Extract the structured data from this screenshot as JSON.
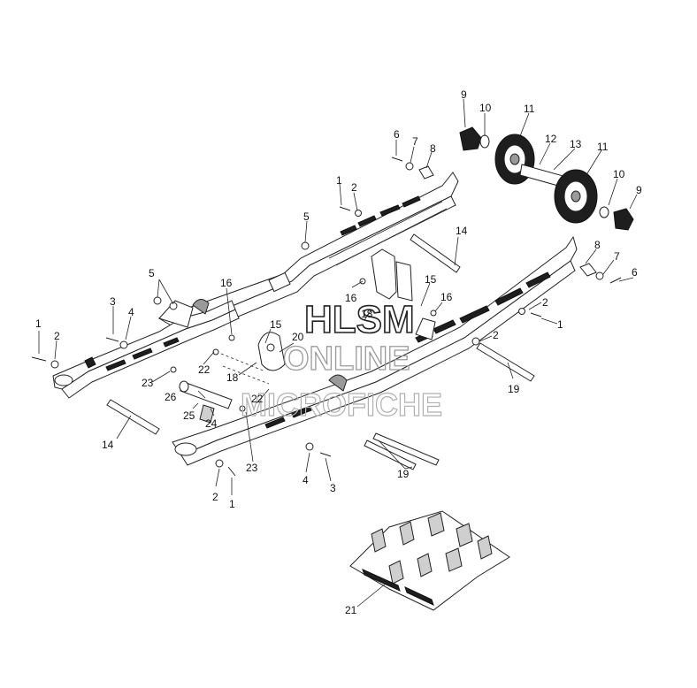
{
  "callouts": [
    {
      "label": "1"
    },
    {
      "label": "1"
    },
    {
      "label": "1"
    },
    {
      "label": "1"
    },
    {
      "label": "2"
    },
    {
      "label": "2"
    },
    {
      "label": "2"
    },
    {
      "label": "2"
    },
    {
      "label": "2"
    },
    {
      "label": "3"
    },
    {
      "label": "3"
    },
    {
      "label": "4"
    },
    {
      "label": "4"
    },
    {
      "label": "5"
    },
    {
      "label": "5"
    },
    {
      "label": "6"
    },
    {
      "label": "6"
    },
    {
      "label": "7"
    },
    {
      "label": "7"
    },
    {
      "label": "8"
    },
    {
      "label": "8"
    },
    {
      "label": "9"
    },
    {
      "label": "9"
    },
    {
      "label": "10"
    },
    {
      "label": "10"
    },
    {
      "label": "11"
    },
    {
      "label": "11"
    },
    {
      "label": "12"
    },
    {
      "label": "13"
    },
    {
      "label": "14"
    },
    {
      "label": "14"
    },
    {
      "label": "15"
    },
    {
      "label": "15"
    },
    {
      "label": "16"
    },
    {
      "label": "16"
    },
    {
      "label": "16"
    },
    {
      "label": "18"
    },
    {
      "label": "18"
    },
    {
      "label": "19"
    },
    {
      "label": "19"
    },
    {
      "label": "20"
    },
    {
      "label": "21"
    },
    {
      "label": "22"
    },
    {
      "label": "22"
    },
    {
      "label": "23"
    },
    {
      "label": "23"
    },
    {
      "label": "24"
    },
    {
      "label": "25"
    },
    {
      "label": "26"
    }
  ],
  "watermark": {
    "line1": "HLSM",
    "line2": "ONLINE",
    "line3": "MICROFICHE"
  }
}
